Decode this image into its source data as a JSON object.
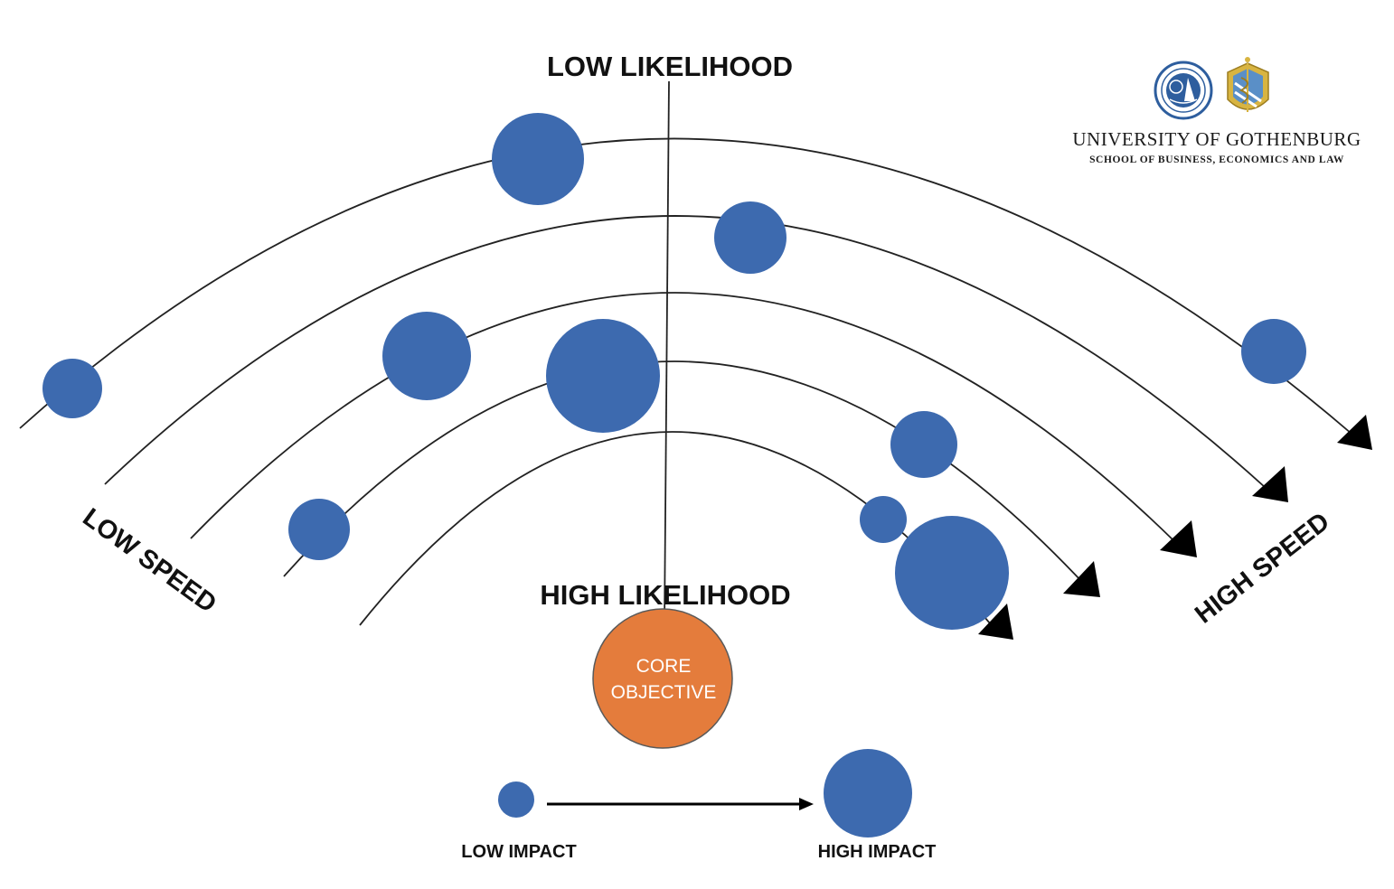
{
  "labels": {
    "low_likelihood": "LOW LIKELIHOOD",
    "high_likelihood": "HIGH LIKELIHOOD",
    "low_speed": "LOW SPEED",
    "high_speed": "HIGH SPEED",
    "low_impact": "LOW IMPACT",
    "high_impact": "HIGH IMPACT"
  },
  "core": {
    "line1": "CORE",
    "line2": "OBJECTIVE"
  },
  "logo": {
    "line1": "UNIVERSITY OF GOTHENBURG",
    "line2": "SCHOOL OF BUSINESS, ECONOMICS AND LAW"
  },
  "colors": {
    "risk_bubble": "#3d6aaf",
    "core": "#e47c3c",
    "line": "#222222",
    "logo_blue": "#2e5e9e",
    "logo_gold": "#d8b441"
  },
  "icons": {
    "seal_left": "university-seal-icon",
    "seal_right": "school-emblem-icon"
  }
}
